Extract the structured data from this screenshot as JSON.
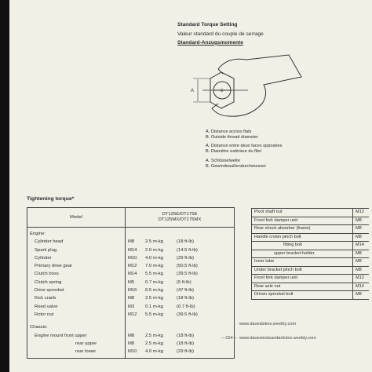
{
  "header": {
    "title_en": "Standard Torque Setting",
    "title_fr": "Valeur standard du couple de serrage",
    "title_de": "Standard-Anzugsmomente"
  },
  "diagram": {
    "label_a": "A",
    "label_b": "B"
  },
  "legend": [
    "A. Distance across flats",
    "B. Outside thread diameter",
    "A. Distance entre deux faces opposées",
    "B. Diamètre extérieur du filet",
    "A. Schlüsselweite",
    "B. Gewindeaußendurchmesser"
  ],
  "section_title": "Tightening torque*",
  "left_table": {
    "col_model": "Model",
    "col_models": [
      "DT125E/DT175E",
      "DT125MX/DT175MX"
    ],
    "groups": [
      {
        "name": "Engine:",
        "rows": [
          {
            "item": "Cylinder head",
            "size": "M8",
            "value": "2.5 m-kg",
            "ftlb": "(18 ft-lb)"
          },
          {
            "item": "Spark plug",
            "size": "M14",
            "value": "2.0 m-kg",
            "ftlb": "(14.5 ft-lb)"
          },
          {
            "item": "Cylinder",
            "size": "M10",
            "value": "4.0 m-kg",
            "ftlb": "(29 ft-lb)"
          },
          {
            "item": "Primary drive gear",
            "size": "M12",
            "value": "7.0 m-kg",
            "ftlb": "(50.5 ft-lb)"
          },
          {
            "item": "Clutch boss",
            "size": "M14",
            "value": "5.5 m-kg",
            "ftlb": "(39.5 ft-lb)"
          },
          {
            "item": "Clutch spring",
            "size": "M5",
            "value": "0.7 m-kg",
            "ftlb": "(5 ft-lb)"
          },
          {
            "item": "Drive sprocket",
            "size": "M16",
            "value": "6.5 m-kg",
            "ftlb": "(47 ft-lb)"
          },
          {
            "item": "Kick crank",
            "size": "M8",
            "value": "2.5 m-kg",
            "ftlb": "(18 ft-lb)"
          },
          {
            "item": "Reed valve",
            "size": "M3",
            "value": "0.1 m-kg",
            "ftlb": "(0.7 ft-lb)"
          },
          {
            "item": "Rotor nut",
            "size": "M12",
            "value": "5.5 m-kg",
            "ftlb": "(39.5 ft-lb)"
          }
        ]
      },
      {
        "name": "Chassis:",
        "rows": [
          {
            "item": "Engine mount front upper",
            "size": "M8",
            "value": "2.5 m-kg",
            "ftlb": "(18 ft-lb)"
          },
          {
            "item": "rear upper",
            "size": "M8",
            "value": "2.5 m-kg",
            "ftlb": "(18 ft-lb)"
          },
          {
            "item": "rear lower",
            "size": "M10",
            "value": "4.0 m-kg",
            "ftlb": "(29 ft-lb)"
          }
        ]
      }
    ]
  },
  "right_table": [
    {
      "item": "Pivot shaft nut",
      "size": "M12"
    },
    {
      "item": "Front fork damper unit",
      "size": "M8"
    },
    {
      "item": "Rear shock absorber (frame)",
      "size": "M8"
    },
    {
      "item": "Handle crown pinch bolt",
      "size": "M8"
    },
    {
      "item": "fitting bolt",
      "size": "M14"
    },
    {
      "item": "upper bracket-holder",
      "size": "M8"
    },
    {
      "item": "Inner tube",
      "size": "M8"
    },
    {
      "item": "Under bracket pinch bolt",
      "size": "M8"
    },
    {
      "item": "Front fork damper unit",
      "size": "M12"
    },
    {
      "item": "Rear axle nut",
      "size": "M14"
    },
    {
      "item": "Driven sprocket bolt",
      "size": "M8"
    }
  ],
  "footer": {
    "url1": "www.davesbikes.weebly.com",
    "page": "—154—",
    "url2": "www.davestestsandarticles.weebly.com"
  }
}
